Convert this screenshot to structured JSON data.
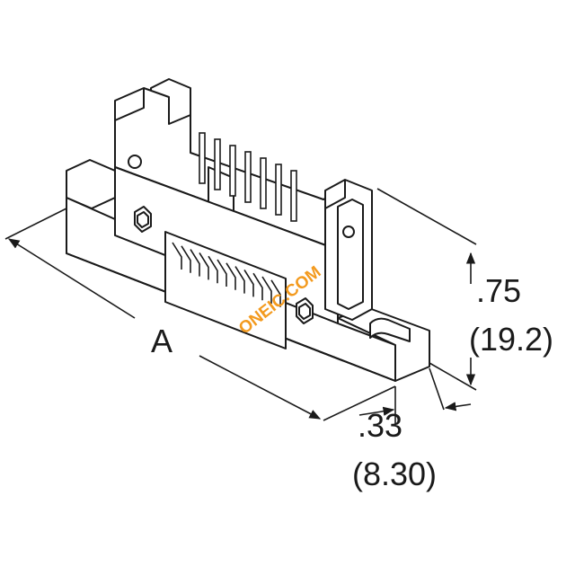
{
  "diagram": {
    "component": "ribbon-cable-connector-header",
    "dimensions": {
      "length_label": "A",
      "height_inch": ".75",
      "height_mm": "(19.2)",
      "depth_inch": ".33",
      "depth_mm": "(8.30)"
    },
    "watermark": "ONEIC.COM",
    "colors": {
      "line": "#1a1a1a",
      "body_fill": "#ffffff",
      "watermark": "#f39a1e"
    }
  }
}
